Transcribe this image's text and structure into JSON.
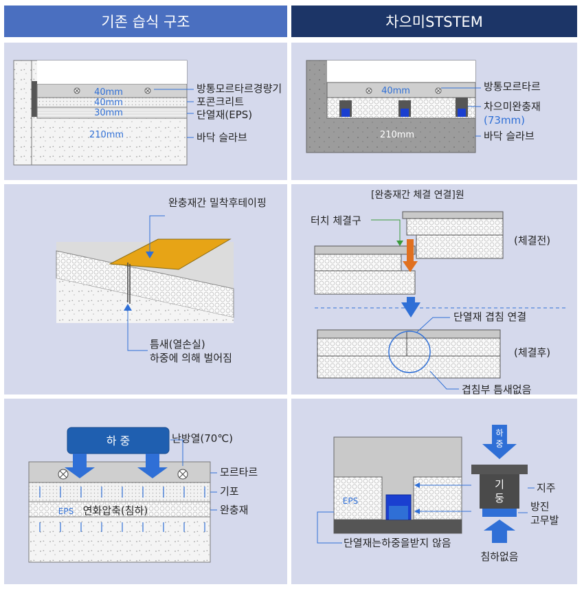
{
  "headers": {
    "left": "기존 습식 구조",
    "right": "차으미STSTEM"
  },
  "colors": {
    "header_left": "#4a6fc0",
    "header_right": "#1c3567",
    "panel_bg": "#d5d9ec",
    "accent_blue": "#2f6fd6",
    "tape_orange": "#e7a416",
    "gasket_blue": "#1a3fd0"
  },
  "panel_existing_section": {
    "dims": [
      "40mm",
      "40mm",
      "30mm",
      "210mm"
    ],
    "labels": [
      "방통모르타르경량기",
      "포콘크리트",
      "단열재(EPS)",
      "바닥 슬라브"
    ]
  },
  "panel_system_section": {
    "dims": [
      "40mm",
      "210mm"
    ],
    "labels": [
      "방통모르타르",
      "차으미완충재",
      "(73mm)",
      "바닥 슬라브"
    ]
  },
  "panel_tape": {
    "top_label": "완충재간 밀착후테이핑",
    "bottom_label_1": "틈새(열손실)",
    "bottom_label_2": "하중에 의해 벌어짐"
  },
  "panel_joint": {
    "title": "[완충재간 체결 연결]원",
    "connector_label": "터치 체결구",
    "before_label": "(체결전)",
    "overlap_label": "단열재 겹침 연결",
    "after_label": "(체결후)",
    "no_gap_label": "겹침부 틈새없음"
  },
  "panel_load": {
    "load_box": "하 중",
    "heating_label": "난방열(70℃)",
    "layer_labels": [
      "모르타르",
      "기포",
      "완충재"
    ],
    "eps_tag": "EPS",
    "compress_label": "연화압축(침하)"
  },
  "panel_post": {
    "load_arrow": "하\n중",
    "post_text": "기\n둥",
    "post_label": "지주",
    "rubber_label_1": "방진",
    "rubber_label_2": "고무발",
    "eps_tag": "EPS",
    "no_sink_label": "침하없음",
    "bottom_note": "단열재는하중을받지 않음"
  }
}
